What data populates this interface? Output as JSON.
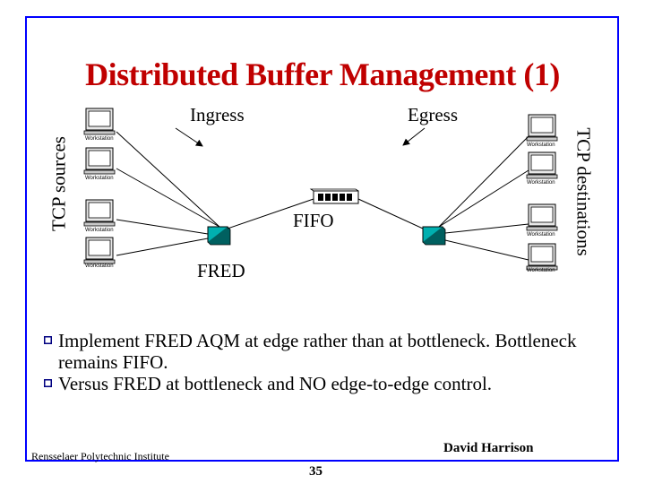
{
  "slide": {
    "title": "Distributed Buffer Management (1)",
    "frame_color": "#0000ff",
    "title_color": "#c00000"
  },
  "diagram": {
    "label_ingress": "Ingress",
    "label_egress": "Egress",
    "label_fifo": "FIFO",
    "label_fred": "FRED",
    "label_sources": "TCP sources",
    "label_destinations": "TCP destinations",
    "workstation_caption": "Workstation",
    "router_color": "#00b0b0"
  },
  "bullets": [
    {
      "text": "Implement FRED AQM at edge rather than at bottleneck. Bottleneck remains FIFO."
    },
    {
      "text": "Versus FRED at bottleneck and NO edge-to-edge control."
    }
  ],
  "footer": {
    "institution": "Rensselaer Polytechnic Institute",
    "author": "David Harrison",
    "page": "35"
  }
}
